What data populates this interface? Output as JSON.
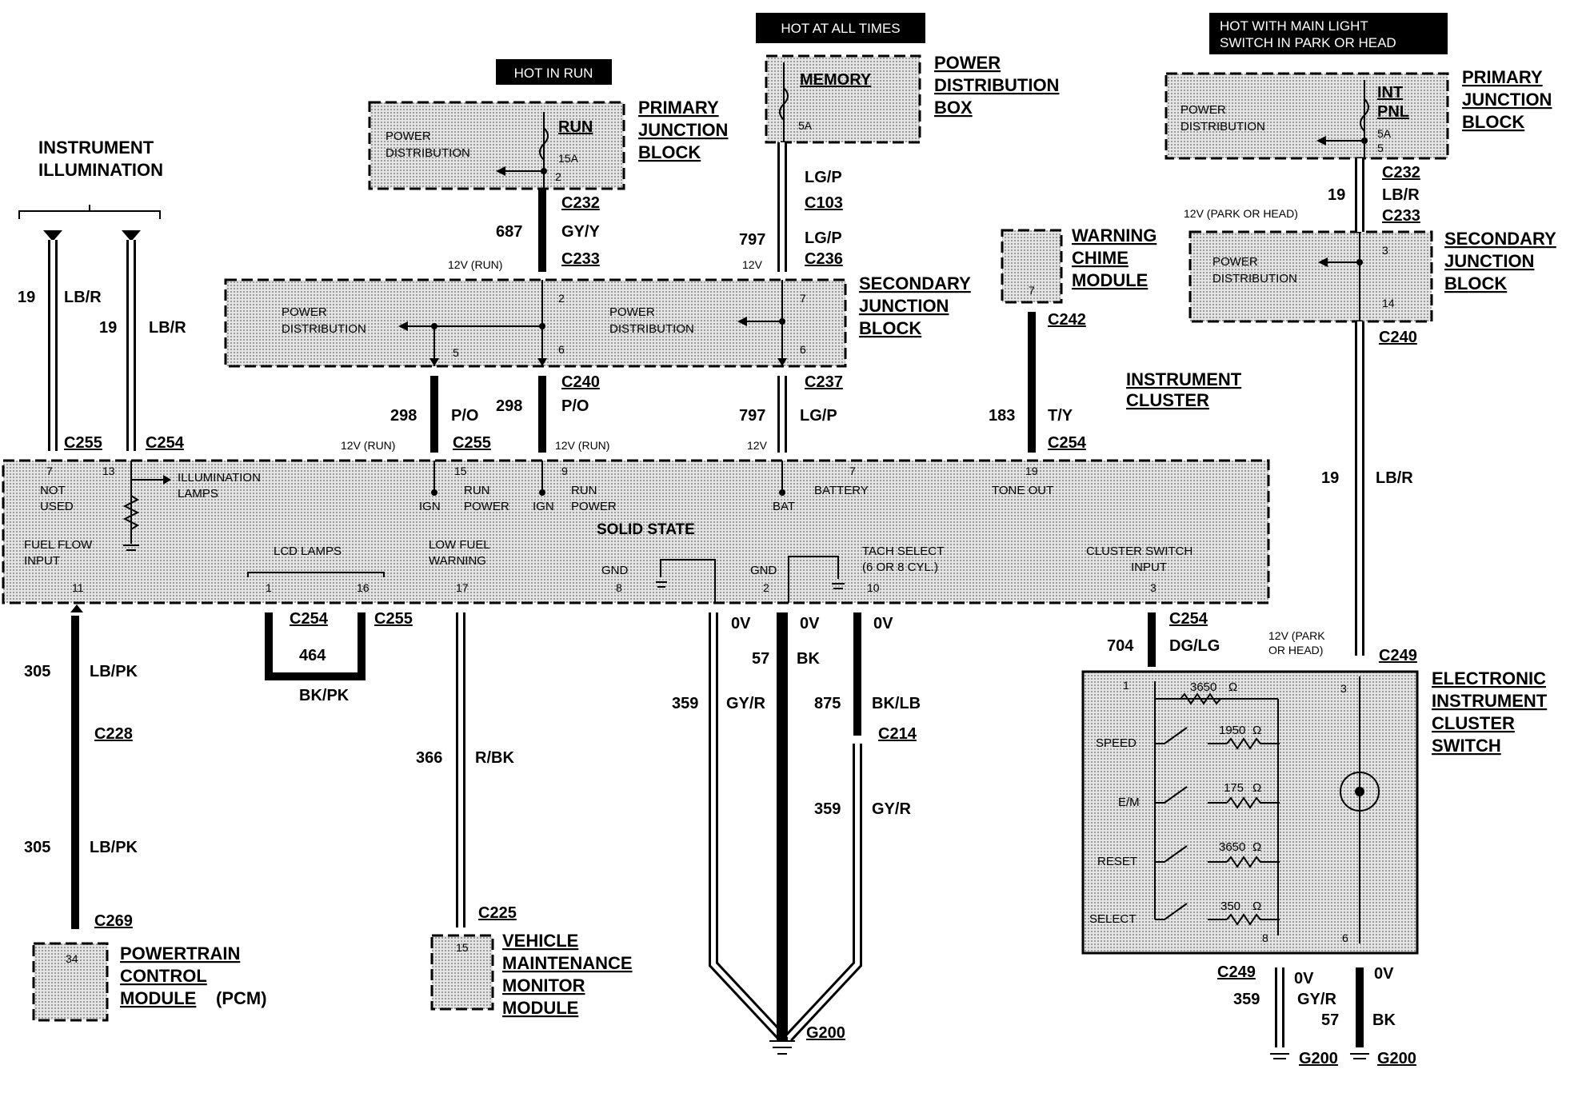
{
  "banners": {
    "hot_in_run": "HOT IN RUN",
    "hot_at_all_times": "HOT AT ALL TIMES",
    "hot_park_line1": "HOT WITH MAIN LIGHT",
    "hot_park_line2": "SWITCH IN PARK OR HEAD"
  },
  "modules": {
    "pjb_left": [
      "PRIMARY",
      "JUNCTION",
      "BLOCK"
    ],
    "pdb": [
      "POWER",
      "DISTRIBUTION",
      "BOX"
    ],
    "pjb_right": [
      "PRIMARY",
      "JUNCTION",
      "BLOCK"
    ],
    "sjb_center": [
      "SECONDARY",
      "JUNCTION",
      "BLOCK"
    ],
    "sjb_right": [
      "SECONDARY",
      "JUNCTION",
      "BLOCK"
    ],
    "chime": [
      "WARNING",
      "CHIME",
      "MODULE"
    ],
    "cluster_title": [
      "INSTRUMENT",
      "CLUSTER"
    ],
    "illumination_title": [
      "INSTRUMENT",
      "ILLUMINATION"
    ],
    "pcm": [
      "POWERTRAIN",
      "CONTROL",
      "MODULE"
    ],
    "pcm_suffix": "(PCM)",
    "vmm": [
      "VEHICLE",
      "MAINTENANCE",
      "MONITOR",
      "MODULE"
    ],
    "eics": [
      "ELECTRONIC",
      "INSTRUMENT",
      "CLUSTER",
      "SWITCH"
    ]
  },
  "inner": {
    "power": "POWER",
    "distribution": "DISTRIBUTION",
    "run": "RUN",
    "fuse_15a": "15A",
    "memory": "MEMORY",
    "fuse_5a": "5A",
    "int": "INT",
    "pnl": "PNL",
    "solid_state": "SOLID STATE"
  },
  "wires": {
    "w687": "687",
    "gyy": "GY/Y",
    "w797": "797",
    "lgp": "LG/P",
    "w19": "19",
    "lbr": "LB/R",
    "w298": "298",
    "po": "P/O",
    "w183": "183",
    "ty": "T/Y",
    "w305": "305",
    "lbpk": "LB/PK",
    "w464": "464",
    "bkpk": "BK/PK",
    "w366": "366",
    "rbk": "R/BK",
    "w359": "359",
    "gyr": "GY/R",
    "w57": "57",
    "bk": "BK",
    "w875": "875",
    "bklb": "BK/LB",
    "w704": "704",
    "dglg": "DG/LG"
  },
  "connectors": {
    "c232": "C232",
    "c233": "C233",
    "c103": "C103",
    "c236": "C236",
    "c240": "C240",
    "c237": "C237",
    "c242": "C242",
    "c255": "C255",
    "c254": "C254",
    "c228": "C228",
    "c269": "C269",
    "c225": "C225",
    "c214": "C214",
    "c249": "C249",
    "g200": "G200"
  },
  "voltages": {
    "v12run": "12V (RUN)",
    "v12": "12V",
    "v12park": "12V (PARK OR HEAD)",
    "v12park_a": "12V (PARK",
    "v12park_b": "OR HEAD)",
    "ov": "0V"
  },
  "pins": {
    "p2": "2",
    "p5": "5",
    "p6": "6",
    "p7": "7",
    "p3": "3",
    "p14": "14",
    "p13": "13",
    "p15": "15",
    "p9": "9",
    "p19": "19",
    "p11": "11",
    "p1": "1",
    "p16": "16",
    "p17": "17",
    "p8": "8",
    "p10": "10",
    "p34": "34"
  },
  "cluster": {
    "not_used_1": "NOT",
    "not_used_2": "USED",
    "illum_1": "ILLUMINATION",
    "illum_2": "LAMPS",
    "run_power": "RUN",
    "power": "POWER",
    "ign": "IGN",
    "bat": "BAT",
    "battery": "BATTERY",
    "tone_out": "TONE OUT",
    "fuel_flow_1": "FUEL FLOW",
    "fuel_flow_2": "INPUT",
    "lcd_lamps": "LCD LAMPS",
    "low_fuel_1": "LOW FUEL",
    "low_fuel_2": "WARNING",
    "gnd": "GND",
    "tach_1": "TACH SELECT",
    "tach_2": "(6 OR 8 CYL.)",
    "cs_1": "CLUSTER SWITCH",
    "cs_2": "INPUT"
  },
  "switch": {
    "speed": "SPEED",
    "em": "E/M",
    "reset": "RESET",
    "select": "SELECT",
    "r1": "3650",
    "r2": "1950",
    "r3": "175",
    "r4": "3650",
    "r5": "350",
    "ohm": "Ω"
  }
}
